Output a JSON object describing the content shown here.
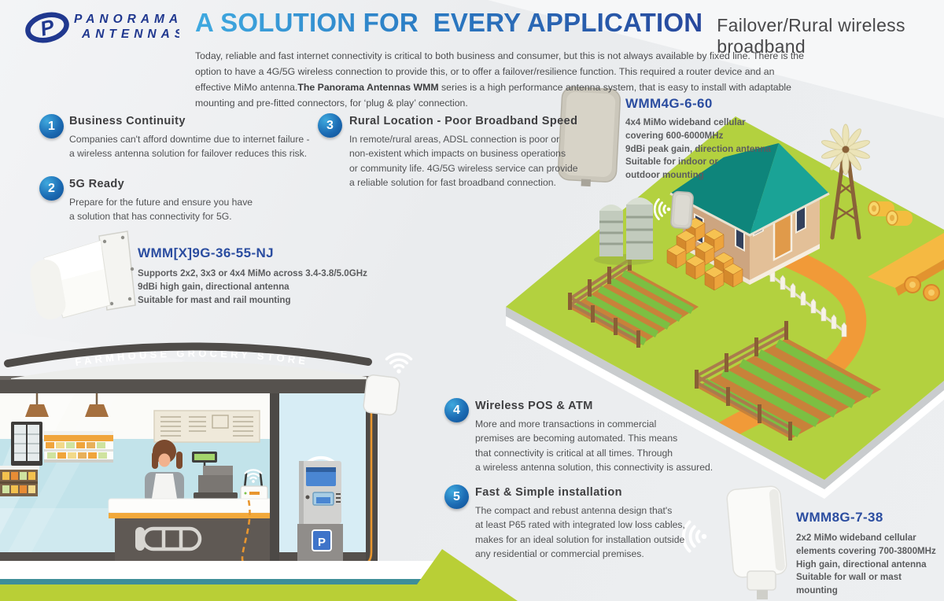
{
  "header": {
    "brand": {
      "line1": "PANORAMA",
      "line2": "ANTENNAS"
    },
    "title": "A SOLUTION FOR  EVERY APPLICATION",
    "subtitle": "Failover/Rural wireless broadband",
    "intro_pre": "Today, reliable and fast internet connectivity is critical to both business and consumer, but this is not always available by fixed line. There is the option to have a 4G/5G wireless connection to provide this, or to offer a failover/resilience function. This required a router device and an effective MiMo antenna.",
    "intro_bold": "The Panorama Antennas WMM",
    "intro_post": " series is a high performance antenna system, that is easy to install with adaptable mounting and pre-fitted connectors, for ‘plug & play’ connection."
  },
  "points": [
    {
      "number": "1",
      "title": "Business Continuity",
      "body": "Companies can't afford downtime due to internet failure -\na wireless antenna solution for failover reduces this risk."
    },
    {
      "number": "2",
      "title": "5G Ready",
      "body": "Prepare for the future and ensure you have\na solution that has connectivity for 5G."
    },
    {
      "number": "3",
      "title": "Rural Location - Poor Broadband Speed",
      "body": "In remote/rural areas, ADSL connection is poor or\nnon-existent which impacts on business operations\nor community life. 4G/5G wireless service can provide\na reliable solution for fast broadband connection."
    },
    {
      "number": "4",
      "title": "Wireless POS & ATM",
      "body": "More and more transactions in commercial\npremises are becoming automated. This means\nthat connectivity is critical at all times. Through\na wireless antenna solution, this connectivity is assured."
    },
    {
      "number": "5",
      "title": "Fast & Simple installation",
      "body": "The compact and rebust antenna design that's\nat least P65 rated with integrated low loss cables,\nmakes for an ideal solution for installation outside\nany residential or commercial premises."
    }
  ],
  "products": [
    {
      "name": "WMM4G-6-60",
      "specs": "4x4 MiMo wideband cellular\ncovering 600-6000MHz\n9dBi peak gain, direction antenna\nSuitable for indoor or\noutdoor mounting"
    },
    {
      "name": "WMM[X]9G-36-55-NJ",
      "specs": "Supports 2x2, 3x3 or 4x4 MiMo across 3.4-3.8/5.0GHz\n9dBi high gain, directional antenna\nSuitable for mast and rail mounting"
    },
    {
      "name": "WMM8G-7-38",
      "specs": "2x2 MiMo wideband cellular\nelements covering 700-3800MHz\nHigh gain, directional antenna\nSuitable for wall or mast mounting"
    }
  ],
  "scene": {
    "store_sign": "FARMHOUSE GROCERY STORE",
    "atm_parking_label": "P"
  },
  "colors": {
    "title_gradient_start": "#3fa9e0",
    "title_gradient_end": "#27479c",
    "product_name_blue": "#2b4da0",
    "badge_blue_light": "#3fa9de",
    "badge_blue_dark": "#0e4d92",
    "logo_navy": "#20388f",
    "farm_green": "#b3d13f",
    "roof_teal": "#16a096",
    "path_orange": "#f19a38",
    "counter_orange": "#f2a93b",
    "ground_lime": "#b9cf36",
    "base_teal": "#3e8e99"
  }
}
